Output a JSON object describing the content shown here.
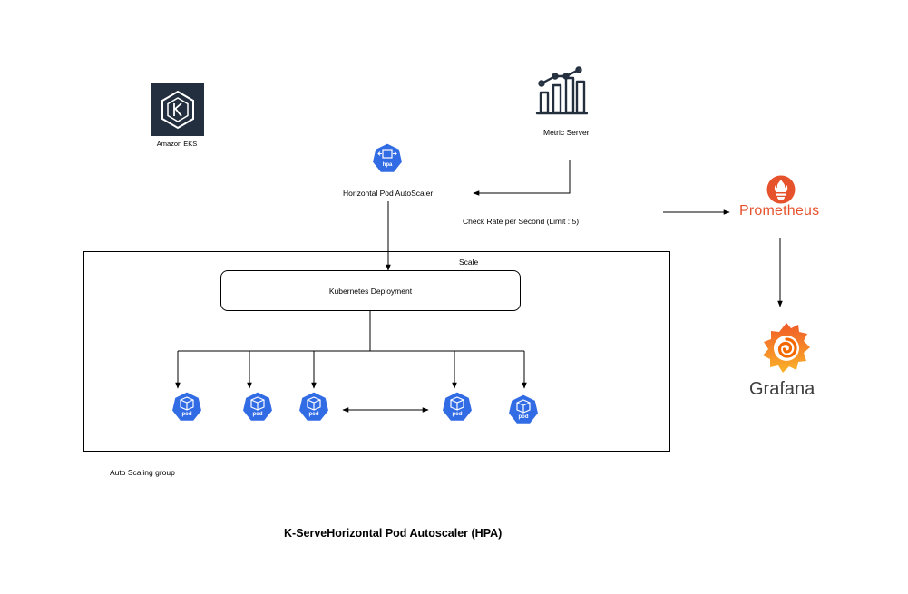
{
  "title": "K-ServeHorizontal Pod Autoscaler (HPA)",
  "eks": {
    "label": "Amazon EKS"
  },
  "metric_server": {
    "label": "Metric Server"
  },
  "hpa": {
    "label": "Horizontal Pod AutoScaler",
    "icon_text": "hpa"
  },
  "check_rate": {
    "label": "Check Rate per Second (Limit : 5)"
  },
  "scale_group": {
    "label": "Scale"
  },
  "deployment": {
    "label": "Kubernetes Deployment"
  },
  "asg": {
    "label": "Auto Scaling group"
  },
  "pods": [
    {
      "icon_text": "pod"
    },
    {
      "icon_text": "pod"
    },
    {
      "icon_text": "pod"
    },
    {
      "icon_text": "pod"
    },
    {
      "icon_text": "pod"
    }
  ],
  "prometheus": {
    "label": "Prometheus"
  },
  "grafana": {
    "label": "Grafana"
  },
  "colors": {
    "k8s_blue": "#326ce5",
    "prometheus": "#e6522c",
    "grafana_orange": "#f46800",
    "grafana_yellow": "#fbb32a",
    "eks_bg": "#232f3e"
  }
}
